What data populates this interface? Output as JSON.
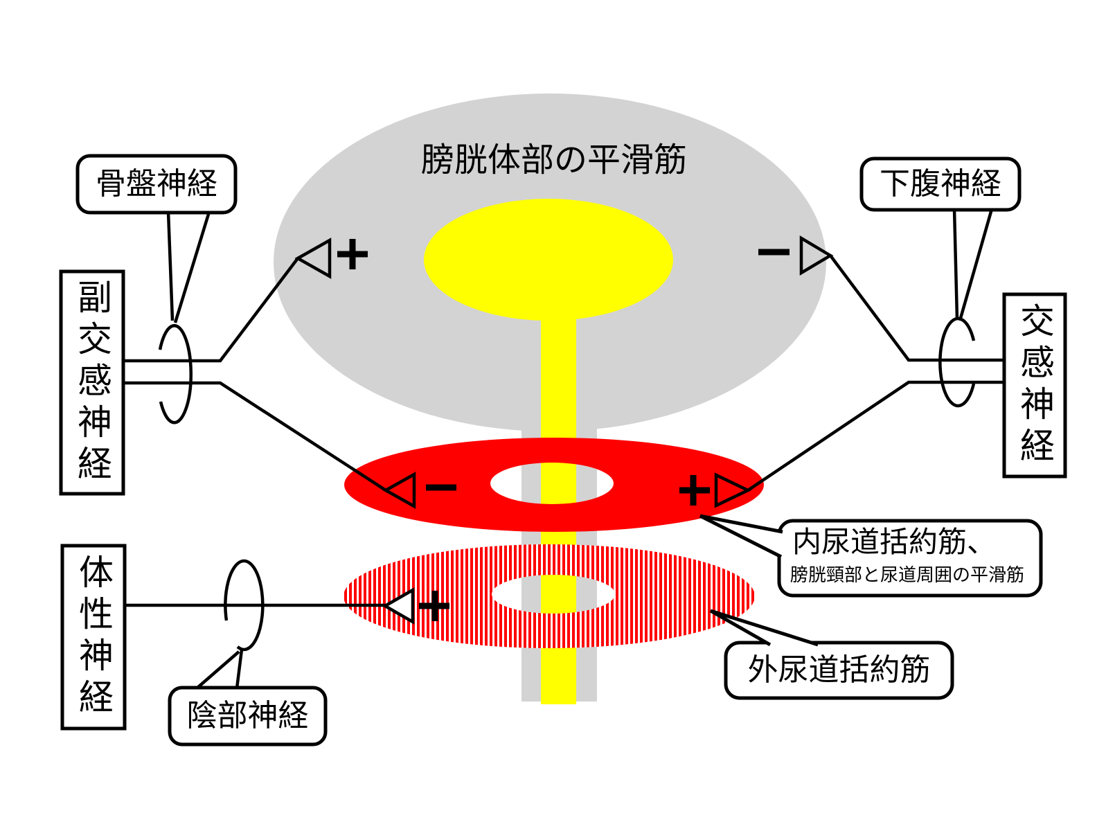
{
  "diagram": {
    "title": "膀胱体部の平滑筋",
    "trunks": [
      {
        "id": "parasympathetic",
        "label": "副交感神経"
      },
      {
        "id": "sympathetic",
        "label": "交感神経"
      },
      {
        "id": "somatic",
        "label": "体性神経"
      }
    ],
    "nerves": [
      {
        "id": "pelvic",
        "label": "骨盤神経"
      },
      {
        "id": "hypogastric",
        "label": "下腹神経"
      },
      {
        "id": "pudendal",
        "label": "陰部神経"
      }
    ],
    "structures": {
      "bladder_body": {
        "label": "膀胱体部の平滑筋"
      },
      "internal_sphincter": {
        "label": "内尿道括約筋、",
        "sublabel": "膀胱頸部と尿道周囲の平滑筋"
      },
      "external_sphincter": {
        "label": "外尿道括約筋"
      }
    },
    "synapses": [
      {
        "from": "骨盤神経（副交感神経）",
        "to": "膀胱体部の平滑筋",
        "sign": "+"
      },
      {
        "from": "下腹神経（交感神経）",
        "to": "膀胱体部の平滑筋",
        "sign": "−"
      },
      {
        "from": "副交感神経",
        "to": "内尿道括約筋",
        "sign": "−"
      },
      {
        "from": "交感神経",
        "to": "内尿道括約筋",
        "sign": "+"
      },
      {
        "from": "陰部神経（体性神経）",
        "to": "外尿道括約筋",
        "sign": "+"
      }
    ],
    "colors": {
      "bladder_gray": "#d3d3d3",
      "urine_yellow": "#ffff00",
      "sphincter_red": "#ff0000",
      "line_black": "#000000",
      "background": "#ffffff"
    }
  }
}
